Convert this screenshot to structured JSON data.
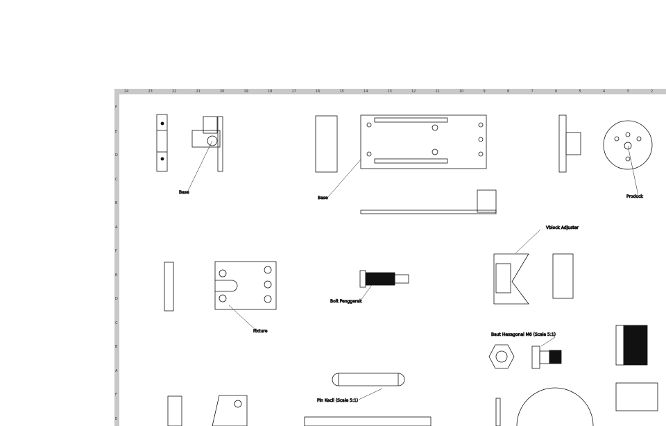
{
  "ruler": {
    "top_labels": [
      "24",
      "23",
      "22",
      "21",
      "20",
      "19",
      "18",
      "17",
      "16",
      "15",
      "14",
      "13",
      "12",
      "11",
      "10",
      "9",
      "8",
      "7",
      "6",
      "5",
      "4",
      "3",
      "2"
    ],
    "left_labels": [
      "F",
      "E",
      "D",
      "C",
      "B",
      "A",
      "F",
      "E",
      "D",
      "C",
      "B",
      "A",
      "F",
      "E"
    ]
  },
  "drawing": {
    "labels": {
      "base_1": "Base",
      "base_2": "Base",
      "produck": "Produck",
      "vblock": "Vblock Adjuster",
      "bolt": "Bolt Penggerak",
      "fixture": "Fixture",
      "baut": "Baut Hexagonal M6 (Scale 5:1)",
      "pin": "Pin Kecil (Scale 5:1)"
    },
    "line_color": "#111111"
  }
}
